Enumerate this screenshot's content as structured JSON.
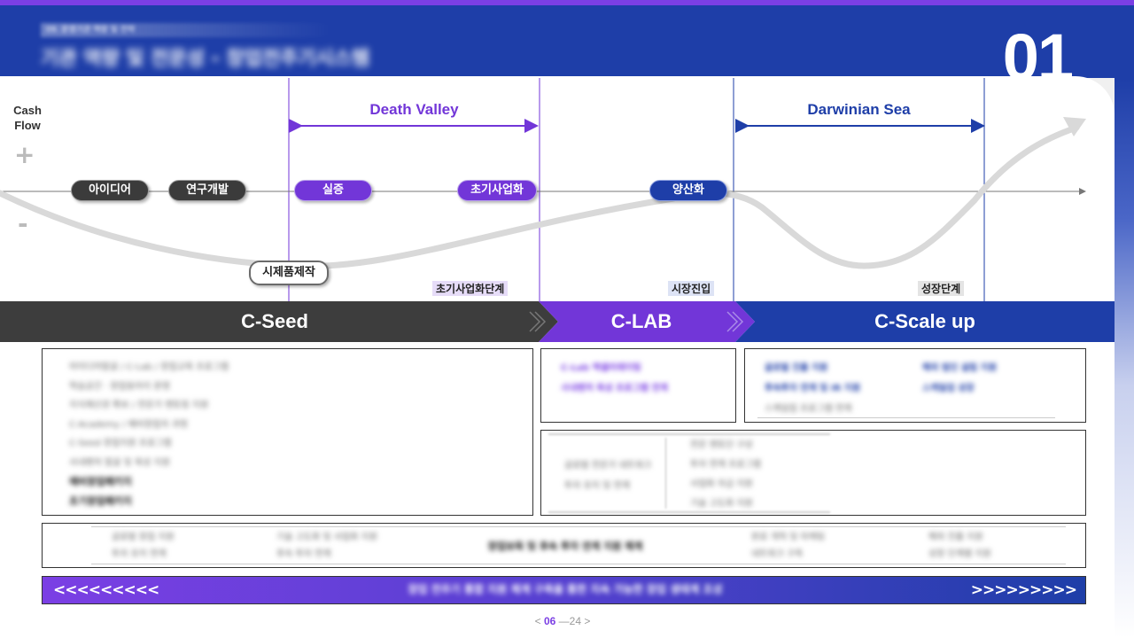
{
  "header": {
    "subtitle": "09. 운영기관 역량 및 전략",
    "title": "기관 역량 및 전문성 - 창업전주기시스템",
    "section_number": "01"
  },
  "diagram": {
    "axis_label": "Cash\nFlow",
    "plus": "+",
    "minus": "-",
    "death_valley": "Death Valley",
    "darwinian_sea": "Darwinian Sea",
    "pills": {
      "idea": "아이디어",
      "rnd": "연구개발",
      "proof": "실증",
      "early": "초기사업화",
      "mass": "양산화",
      "prototype": "시제품제작"
    },
    "stages": {
      "early_stage": "초기사업화단계",
      "market_entry": "시장진입",
      "growth_stage": "성장단계"
    },
    "colors": {
      "purple": "#7236d8",
      "navy": "#1e3ea8",
      "dark": "#3b3b3b"
    }
  },
  "bands": {
    "seed": "C-Seed",
    "lab": "C-LAB",
    "scale": "C-Scale up"
  },
  "seed_box": {
    "lines": [
      "아이디어발굴 / C-Lab / 창업교육 프로그램",
      "학습공간 · 창업동아리 운영",
      "지식재산권 확보 / 전문가 멘토링 지원",
      "C-Academy / 예비창업자 과정",
      "C-Seed 창업지원 프로그램",
      "사내벤처 발굴 및 육성 지원"
    ],
    "lines_bold": [
      "예비창업패키지",
      "초기창업패키지"
    ]
  },
  "lab_box": {
    "lines": [
      "C-Lab 액셀러레이팅",
      "사내벤처 육성 프로그램 연계"
    ]
  },
  "scale_box": {
    "left": [
      "글로벌 진출 지원",
      "후속투자 연계 및 IR 지원"
    ],
    "right": [
      "해외 법인 설립 지원",
      "스케일업 성장"
    ],
    "bottom": "스케일업 프로그램 연계"
  },
  "mid_box": {
    "left": [
      "글로벌 전문가 네트워크",
      "투자 유치 및 연계"
    ],
    "right": [
      "전문 멘토단 구성",
      "투자 연계 프로그램",
      "사업화 자금 지원",
      "기술 고도화 지원"
    ]
  },
  "wide_box": {
    "center": "창업보육 및 후속 투자 연계 지원 체계",
    "left_a": [
      "글로벌 창업 지원",
      "투자 유치 연계"
    ],
    "left_b": [
      "기술 고도화 및 사업화 지원",
      "후속 투자 연계"
    ],
    "right_a": [
      "판로 개척 및 마케팅",
      "네트워크 구축"
    ],
    "right_b": [
      "해외 진출 지원",
      "성장 단계별 지원"
    ]
  },
  "footer_bar": {
    "left_arrows": "<<<<<<<<<",
    "text": "창업 전주기 통합 지원 체계 구축을 통한 지속 가능한 창업 생태계 조성",
    "right_arrows": ">>>>>>>>>"
  },
  "pager": {
    "prev": "<",
    "current": "06",
    "sep": "—",
    "total": "24",
    "next": ">"
  }
}
